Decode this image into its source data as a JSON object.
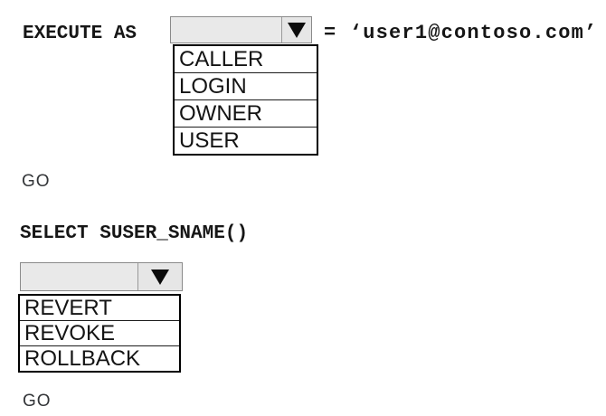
{
  "colors": {
    "background": "#ffffff",
    "combo_fill": "#e9e9e9",
    "combo_border": "#8a8a8a",
    "list_border": "#000000",
    "code_text": "#161616",
    "go_text": "#333538"
  },
  "icons": {
    "dropdown_arrow": "filled-triangle-down"
  },
  "block1": {
    "keyword": "EXECUTE AS",
    "value_literal": "= ‘user1@contoso.com’",
    "dropdown": {
      "selected_value": "",
      "options": [
        "CALLER",
        "LOGIN",
        "OWNER",
        "USER"
      ]
    },
    "go": "GO"
  },
  "block2": {
    "statement": "SELECT SUSER_SNAME()",
    "dropdown": {
      "selected_value": "",
      "options": [
        "REVERT",
        "REVOKE",
        "ROLLBACK"
      ]
    },
    "go": "GO"
  }
}
